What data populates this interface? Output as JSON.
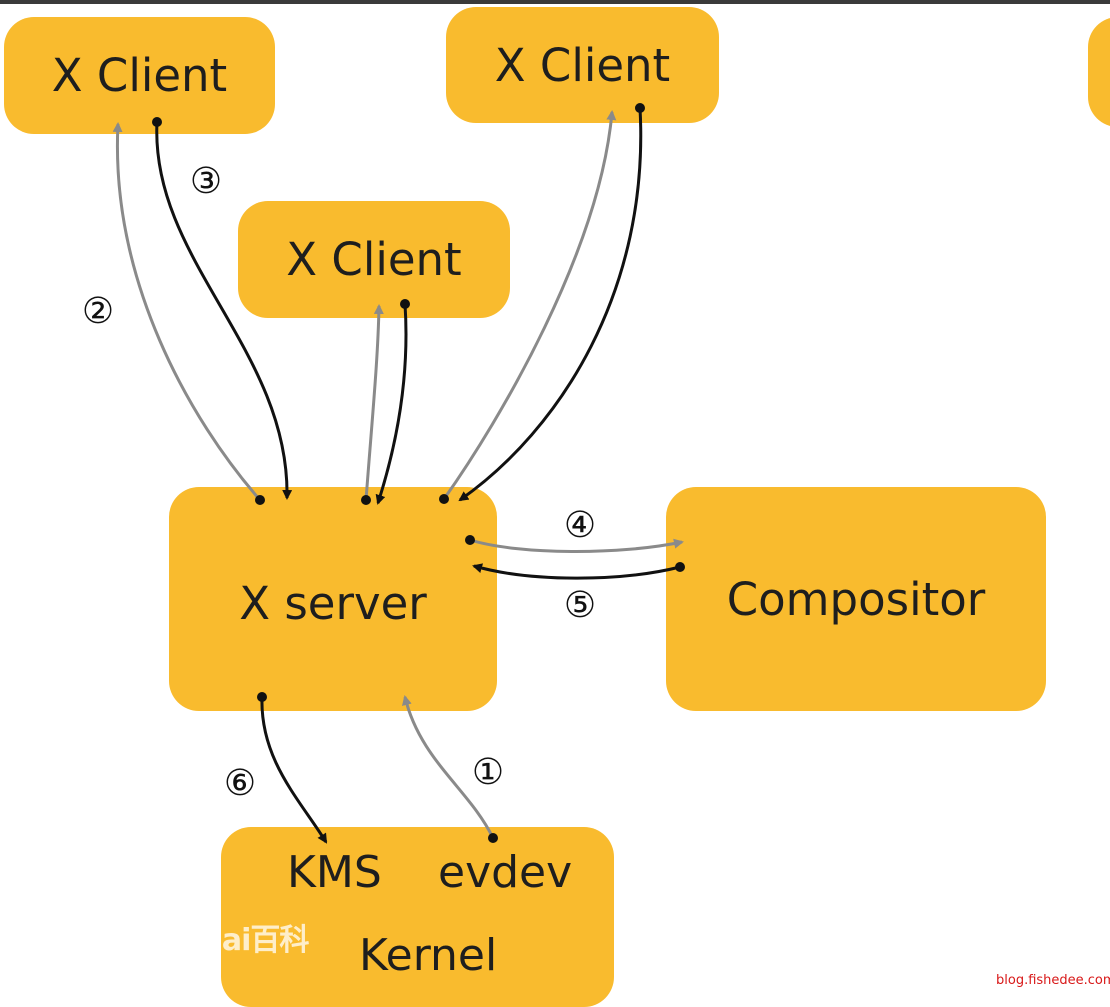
{
  "boxes": {
    "client_top_left": "X Client",
    "client_top_right": "X Client",
    "client_middle": "X Client",
    "xserver": "X server",
    "compositor": "Compositor",
    "kms": "KMS",
    "evdev": "evdev",
    "kernel": "Kernel"
  },
  "steps": {
    "s1": "①",
    "s2": "②",
    "s3": "③",
    "s4": "④",
    "s5": "⑤",
    "s6": "⑥"
  },
  "watermark": "Bai百科",
  "site": "blog.fishedee.com",
  "colors": {
    "box_fill": "#f9bb2e",
    "arrow_dark": "#111111",
    "arrow_light": "#8a8a8a",
    "site_text": "#d81818"
  }
}
